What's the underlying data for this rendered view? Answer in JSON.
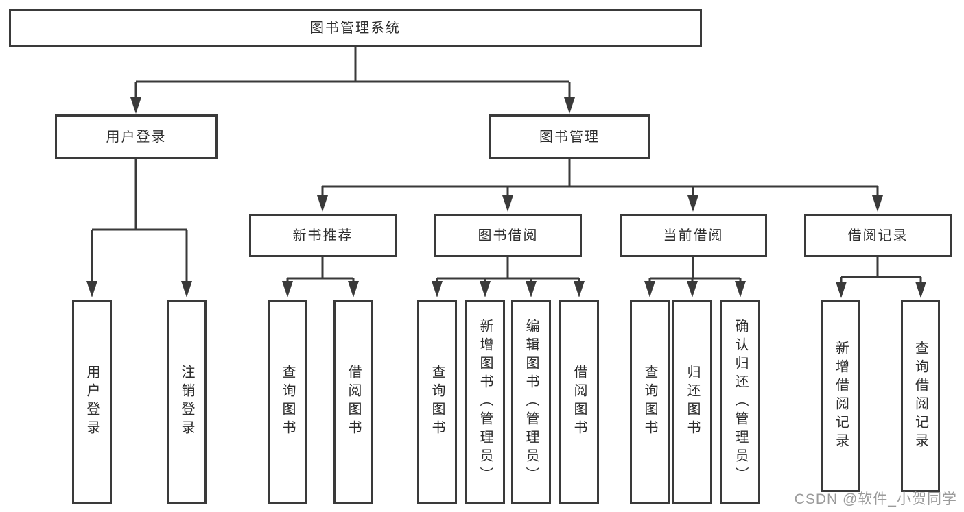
{
  "colors": {
    "line_color": "#3a3a3a",
    "box_border": "#3a3a3a",
    "text_color": "#2d2d2d",
    "watermark_color": "#9b9b9b",
    "bg_color": "#ffffff"
  },
  "watermark": {
    "text": "CSDN @软件_小贺同学"
  },
  "tree": {
    "root": "图书管理系统",
    "level2": {
      "user_login": "用户登录",
      "book_mgmt": "图书管理"
    },
    "level3": [
      "新书推荐",
      "图书借阅",
      "当前借阅",
      "借阅记录"
    ],
    "leaves_user": [
      "用户登录",
      "注销登录"
    ],
    "leaves_newbook": [
      "查询图书",
      "借阅图书"
    ],
    "leaves_borrow": [
      "查询图书",
      "新增图书（管理员）",
      "编辑图书（管理员）",
      "借阅图书"
    ],
    "leaves_current": [
      "查询图书",
      "归还图书",
      "确认归还（管理员）"
    ],
    "leaves_record": [
      "新增借阅记录",
      "查询借阅记录"
    ]
  }
}
